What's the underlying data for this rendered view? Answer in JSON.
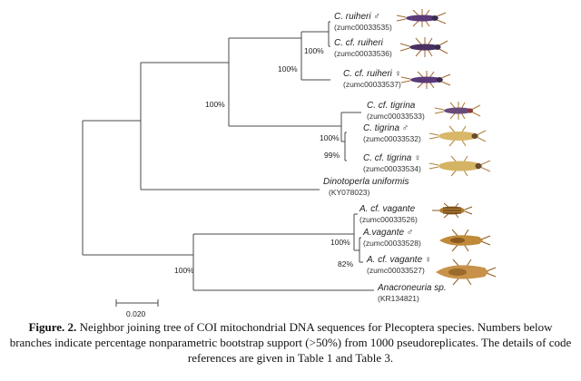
{
  "taxa": [
    {
      "name": "C. ruiheri ♂",
      "code": "(zumc00033535)"
    },
    {
      "name": "C. cf. ruiheri",
      "code": "(zumc00033536)"
    },
    {
      "name": "C. cf. ruiheri ♀",
      "code": "(zumc00033537)"
    },
    {
      "name": "C. cf. tigrina",
      "code": "(zumc00033533)"
    },
    {
      "name": "C. tigrina ♂",
      "code": "(zumc00033532)"
    },
    {
      "name": "C. cf. tigrina ♀",
      "code": "(zumc00033534)"
    },
    {
      "name": "Dinotoperla uniformis",
      "code": "(KY078023)"
    },
    {
      "name": "A. cf. vagante",
      "code": "(zumc00033526)"
    },
    {
      "name": "A.vagante ♂",
      "code": "(zumc00033528)"
    },
    {
      "name": "A. cf. vagante ♀",
      "code": "(zumc00033527)"
    },
    {
      "name": "Anacroneuria sp.",
      "code": "(KR134821)"
    }
  ],
  "bootstrap": [
    "100%",
    "100%",
    "100%",
    "100%",
    "99%",
    "100%",
    "82%",
    "100%"
  ],
  "scale_bar": {
    "label": "0.020",
    "value": 0.02
  },
  "caption": {
    "label": "Figure. 2.",
    "text": "Neighbor joining tree of COI mitochondrial DNA sequences for Plecoptera species. Numbers below branches indicate percentage nonparametric bootstrap support (>50%) from 1000 pseudoreplicates. The details of code references are given in Table 1 and Table 3."
  },
  "colors": {
    "branch": "#4a4a4a",
    "stonefly_dark": "#5a3a78",
    "stonefly_light": "#c8a050",
    "stonefly_amber": "#b07a30"
  }
}
